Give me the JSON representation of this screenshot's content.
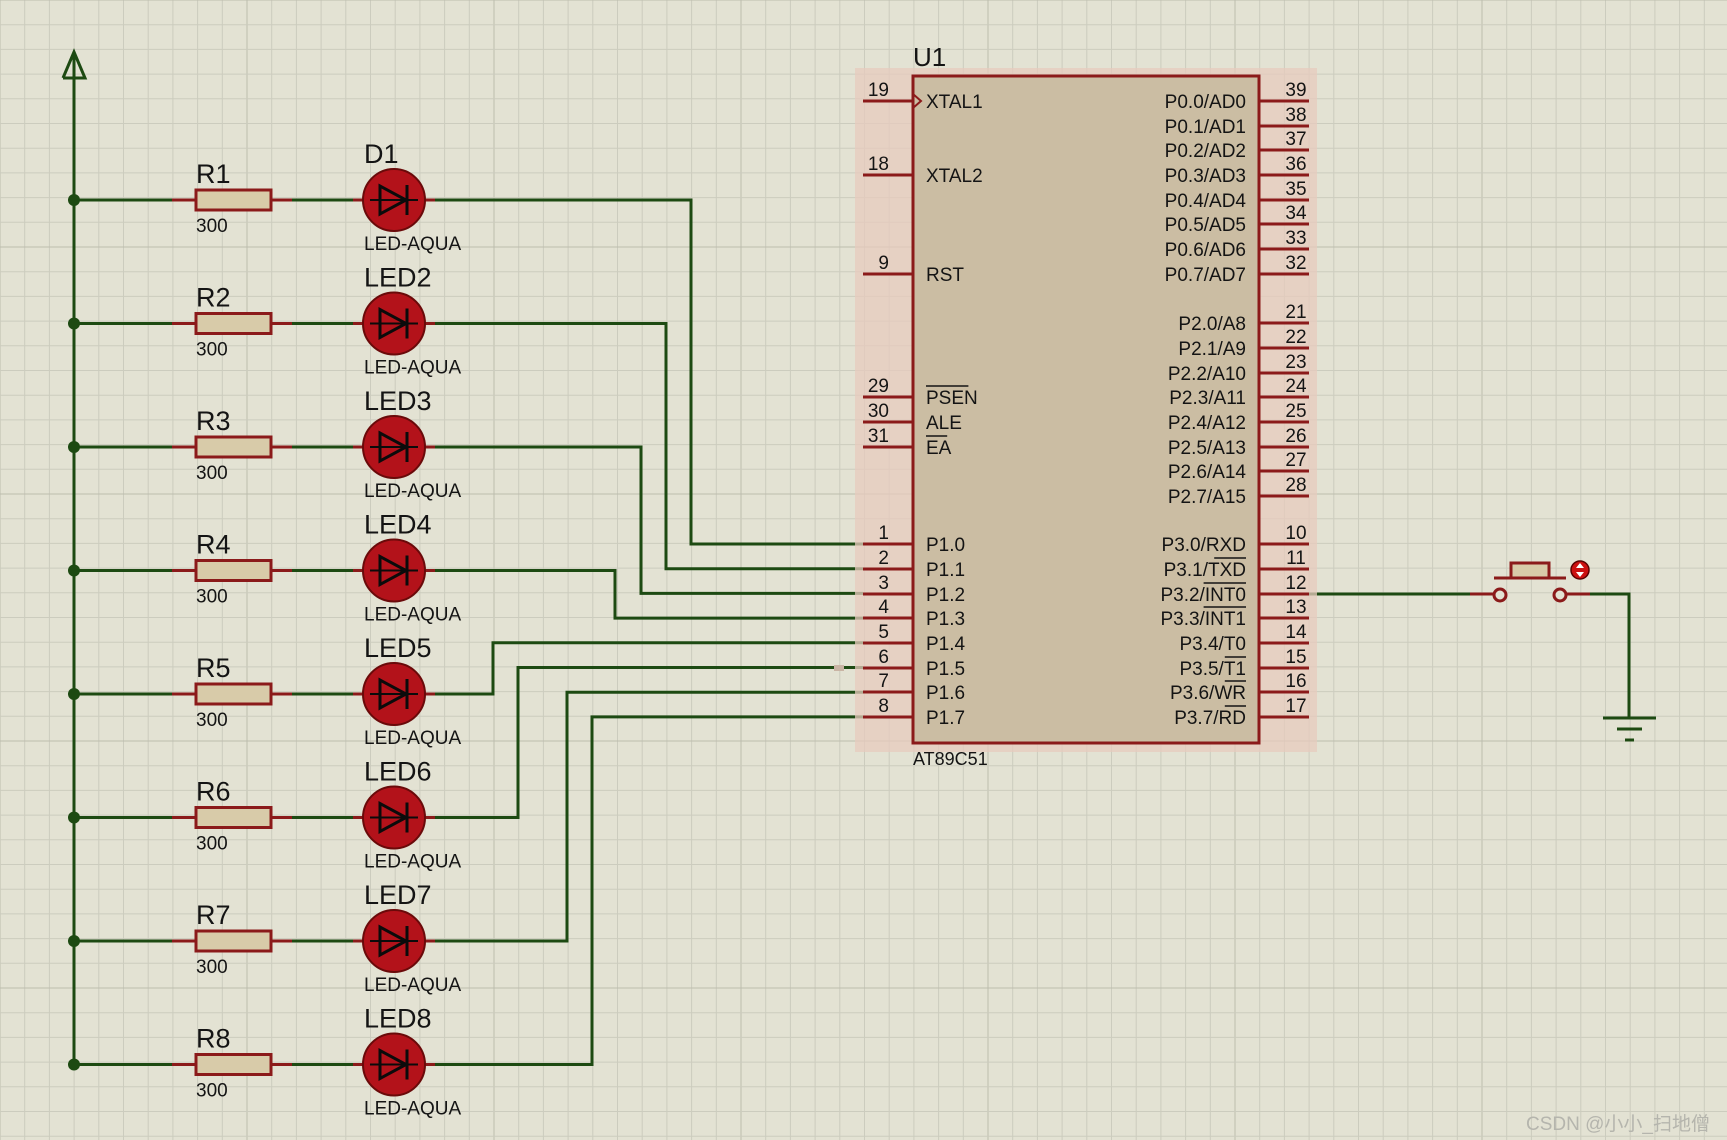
{
  "colors": {
    "background": "#e3e2d3",
    "grid_minor": "#ccccbe",
    "grid_major": "#bdbdae",
    "wire": "#1d4a12",
    "component_outline": "#8b1a1a",
    "chip_body": "#cbbda3",
    "chip_highlight": "#e7cbbd",
    "resistor_body": "#d8cba9",
    "led_body": "#b3121a",
    "label_text": "#141414",
    "watermark": "#b5b5ad"
  },
  "power_terminal": {
    "symbol": "power-arrow-up"
  },
  "ground_terminal": {
    "symbol": "ground"
  },
  "mcu": {
    "ref": "U1",
    "part": "AT89C51",
    "left_pins": [
      {
        "num": "19",
        "name": "XTAL1",
        "clock": true,
        "over": ""
      },
      {
        "num": "18",
        "name": "XTAL2",
        "over": ""
      },
      {
        "num": "9",
        "name": "RST",
        "over": ""
      },
      {
        "num": "29",
        "name": "PSEN",
        "over": "PSEN"
      },
      {
        "num": "30",
        "name": "ALE",
        "over": ""
      },
      {
        "num": "31",
        "name": "EA",
        "over": "EA"
      },
      {
        "num": "1",
        "name": "P1.0",
        "over": ""
      },
      {
        "num": "2",
        "name": "P1.1",
        "over": ""
      },
      {
        "num": "3",
        "name": "P1.2",
        "over": ""
      },
      {
        "num": "4",
        "name": "P1.3",
        "over": ""
      },
      {
        "num": "5",
        "name": "P1.4",
        "over": ""
      },
      {
        "num": "6",
        "name": "P1.5",
        "over": ""
      },
      {
        "num": "7",
        "name": "P1.6",
        "over": ""
      },
      {
        "num": "8",
        "name": "P1.7",
        "over": ""
      }
    ],
    "right_pins": [
      {
        "num": "39",
        "name": "P0.0/AD0",
        "over": ""
      },
      {
        "num": "38",
        "name": "P0.1/AD1",
        "over": ""
      },
      {
        "num": "37",
        "name": "P0.2/AD2",
        "over": ""
      },
      {
        "num": "36",
        "name": "P0.3/AD3",
        "over": ""
      },
      {
        "num": "35",
        "name": "P0.4/AD4",
        "over": ""
      },
      {
        "num": "34",
        "name": "P0.5/AD5",
        "over": ""
      },
      {
        "num": "33",
        "name": "P0.6/AD6",
        "over": ""
      },
      {
        "num": "32",
        "name": "P0.7/AD7",
        "over": ""
      },
      {
        "num": "21",
        "name": "P2.0/A8",
        "over": ""
      },
      {
        "num": "22",
        "name": "P2.1/A9",
        "over": ""
      },
      {
        "num": "23",
        "name": "P2.2/A10",
        "over": ""
      },
      {
        "num": "24",
        "name": "P2.3/A11",
        "over": ""
      },
      {
        "num": "25",
        "name": "P2.4/A12",
        "over": ""
      },
      {
        "num": "26",
        "name": "P2.5/A13",
        "over": ""
      },
      {
        "num": "27",
        "name": "P2.6/A14",
        "over": ""
      },
      {
        "num": "28",
        "name": "P2.7/A15",
        "over": ""
      },
      {
        "num": "10",
        "name": "P3.0/RXD",
        "over": ""
      },
      {
        "num": "11",
        "name": "P3.1/TXD",
        "over": "TXD"
      },
      {
        "num": "12",
        "name": "P3.2/INT0",
        "over": "INT0"
      },
      {
        "num": "13",
        "name": "P3.3/INT1",
        "over": "INT1"
      },
      {
        "num": "14",
        "name": "P3.4/T0",
        "over": ""
      },
      {
        "num": "15",
        "name": "P3.5/T1",
        "over": "T1"
      },
      {
        "num": "16",
        "name": "P3.6/WR",
        "over": "WR"
      },
      {
        "num": "17",
        "name": "P3.7/RD",
        "over": "RD"
      }
    ]
  },
  "rows": [
    {
      "resistor": "R1",
      "value": "300",
      "led": "D1",
      "led_part": "LED-AQUA",
      "port_pin": "P1.0"
    },
    {
      "resistor": "R2",
      "value": "300",
      "led": "LED2",
      "led_part": "LED-AQUA",
      "port_pin": "P1.1"
    },
    {
      "resistor": "R3",
      "value": "300",
      "led": "LED3",
      "led_part": "LED-AQUA",
      "port_pin": "P1.2"
    },
    {
      "resistor": "R4",
      "value": "300",
      "led": "LED4",
      "led_part": "LED-AQUA",
      "port_pin": "P1.3"
    },
    {
      "resistor": "R5",
      "value": "300",
      "led": "LED5",
      "led_part": "LED-AQUA",
      "port_pin": "P1.4"
    },
    {
      "resistor": "R6",
      "value": "300",
      "led": "LED6",
      "led_part": "LED-AQUA",
      "port_pin": "P1.5"
    },
    {
      "resistor": "R7",
      "value": "300",
      "led": "LED7",
      "led_part": "LED-AQUA",
      "port_pin": "P1.6"
    },
    {
      "resistor": "R8",
      "value": "300",
      "led": "LED8",
      "led_part": "LED-AQUA",
      "port_pin": "P1.7"
    }
  ],
  "button": {
    "symbol": "push-button",
    "connects_to": "P3.2/INT0"
  },
  "watermark": "CSDN @小小_扫地僧"
}
